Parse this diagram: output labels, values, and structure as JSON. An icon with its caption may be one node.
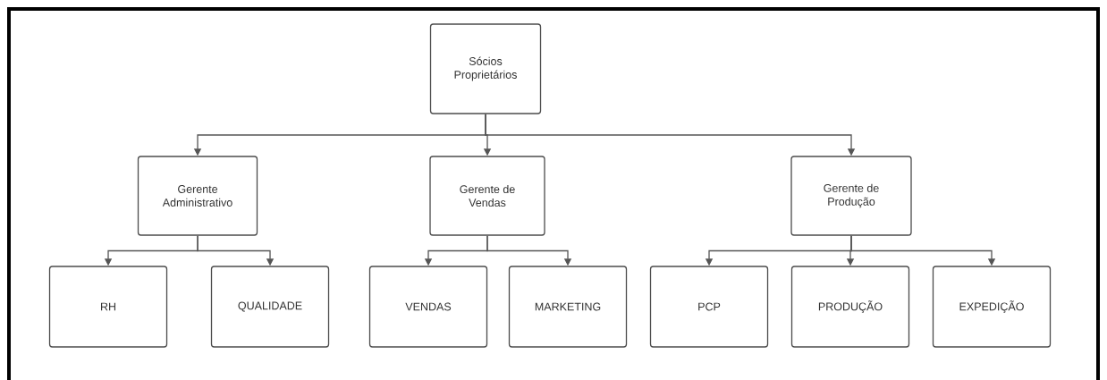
{
  "diagram": {
    "nodes": [
      {
        "text": [
          "Sócios Proprietários"
        ]
      },
      {
        "text": [
          "Gerente Administrativo"
        ]
      },
      {
        "text": [
          "Gerente de Vendas"
        ]
      },
      {
        "text": [
          "Gerente de Produção"
        ]
      },
      {
        "text": [
          "RH"
        ]
      },
      {
        "text": [
          "QUALIDADE"
        ]
      },
      {
        "text": [
          "VENDAS"
        ]
      },
      {
        "text": [
          "MARKETING"
        ]
      },
      {
        "text": [
          "PCP"
        ]
      },
      {
        "text": [
          "PRODUÇÃO"
        ]
      },
      {
        "text": [
          "EXPEDIÇÃO"
        ]
      }
    ],
    "edges": [
      {
        "from": 0,
        "to": 1,
        "arrow": "to"
      },
      {
        "from": 0,
        "to": 2,
        "arrow": "to"
      },
      {
        "from": 0,
        "to": 3,
        "arrow": "to"
      },
      {
        "from": 1,
        "to": 4,
        "arrow": "to"
      },
      {
        "from": 1,
        "to": 5,
        "arrow": "to"
      },
      {
        "from": 2,
        "to": 6,
        "arrow": "to"
      },
      {
        "from": 2,
        "to": 7,
        "arrow": "to"
      },
      {
        "from": 3,
        "to": 8,
        "arrow": "to"
      },
      {
        "from": 3,
        "to": 9,
        "arrow": "to"
      },
      {
        "from": 3,
        "to": 10,
        "arrow": "to"
      }
    ]
  }
}
